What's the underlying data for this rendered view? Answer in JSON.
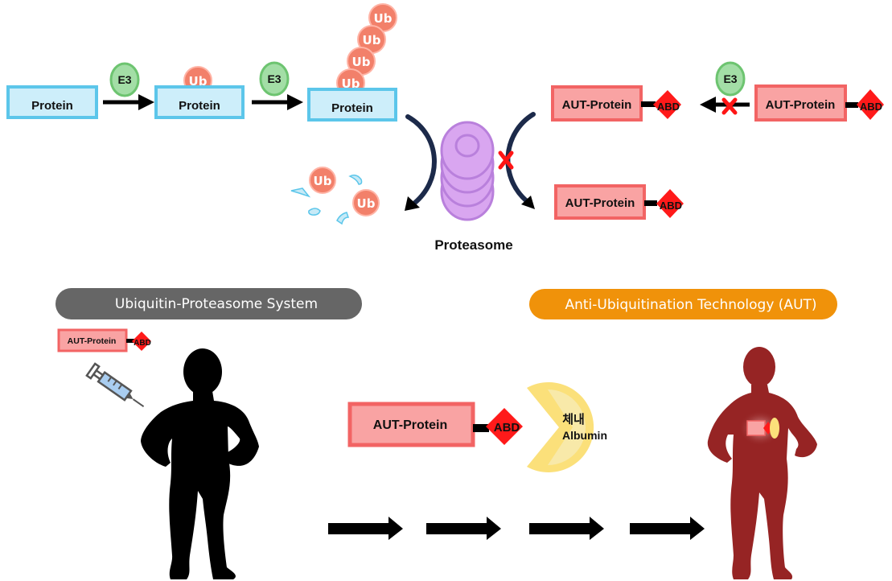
{
  "colors": {
    "protein_fill": "#cdeefa",
    "protein_border": "#5cc6ea",
    "aut_fill": "#f9a3a3",
    "aut_border": "#f26464",
    "abd": "#ff1a1a",
    "e3_fill": "#a3dea6",
    "e3_border": "#6dc470",
    "ub_fill": "#f2806a",
    "ub_border": "#ffb4a6",
    "proteasome": "#d9a6f0",
    "proteasome_edge": "#b980dc",
    "block_x": "#ff1515",
    "ups_pill": "#666666",
    "aut_pill": "#f0920a",
    "albumin": "#fbe07a",
    "albumin_inner": "#f8e9a9",
    "healthy_body": "#000000",
    "aut_body": "#962424"
  },
  "top": {
    "protein_label": "Protein",
    "e3_label": "E3",
    "ub_label": "Ub",
    "aut_protein_label": "AUT-Protein",
    "abd_label": "ABD",
    "proteasome_label": "Proteasome"
  },
  "bottom": {
    "ups_title": "Ubiquitin-Proteasome System",
    "aut_title": "Anti-Ubiquitination Technology (AUT)",
    "aut_protein_label": "AUT-Protein",
    "abd_label": "ABD",
    "albumin_label_ko": "체내",
    "albumin_label": "Albumin",
    "arrow_count": 4
  }
}
